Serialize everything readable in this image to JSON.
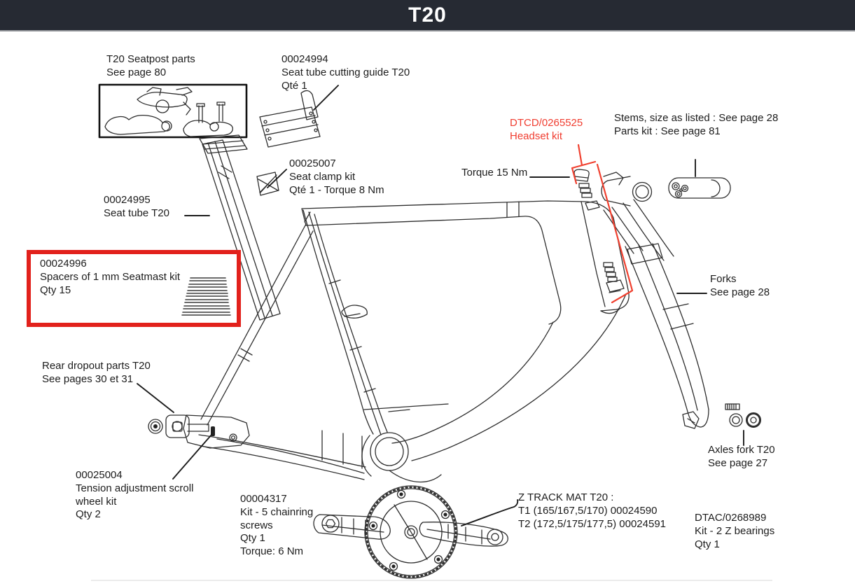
{
  "header": {
    "title": "T20"
  },
  "colors": {
    "header_bg": "#262a33",
    "accent_red_text": "#f03d30",
    "highlight_red_box": "#e2211c",
    "drawing_line": "#2e2e2e"
  },
  "labels": {
    "seatpost_parts": {
      "l1": "T20 Seatpost parts",
      "l2": "See page 80"
    },
    "cutting_guide": {
      "l1": "00024994",
      "l2": "Seat tube cutting guide T20",
      "l3": "Qté 1"
    },
    "seat_clamp": {
      "l1": "00025007",
      "l2": "Seat clamp kit",
      "l3": "Qté 1 - Torque 8 Nm"
    },
    "seat_tube": {
      "l1": "00024995",
      "l2": "Seat tube T20"
    },
    "spacers": {
      "l1": "00024996",
      "l2": "Spacers of 1 mm Seatmast kit",
      "l3": "Qty 15"
    },
    "headset": {
      "l1": "DTCD/0265525",
      "l2": "Headset kit"
    },
    "torque_headset": {
      "l1": "Torque 15 Nm"
    },
    "stems": {
      "l1": "Stems, size as listed : See page 28",
      "l2": "Parts kit : See page 81"
    },
    "forks": {
      "l1": "Forks",
      "l2": "See page 28"
    },
    "rear_dropout": {
      "l1": "Rear dropout parts T20",
      "l2": "See pages 30 et 31"
    },
    "tension_wheel": {
      "l1": "00025004",
      "l2": "Tension adjustment scroll",
      "l3": "wheel kit",
      "l4": "Qty 2"
    },
    "chainring_screws": {
      "l1": "00004317",
      "l2": "Kit - 5 chainring",
      "l3": "screws",
      "l4": "Qty 1",
      "l5": "Torque: 6 Nm"
    },
    "ztrack": {
      "l1": "Z TRACK MAT T20 :",
      "l2": "T1 (165/167,5/170) 00024590",
      "l3": "T2 (172,5/175/177,5) 00024591"
    },
    "axles_fork": {
      "l1": "Axles fork T20",
      "l2": "See page 27"
    },
    "z_bearings": {
      "l1": "DTAC/0268989",
      "l2": "Kit - 2 Z bearings",
      "l3": "Qty 1"
    }
  }
}
